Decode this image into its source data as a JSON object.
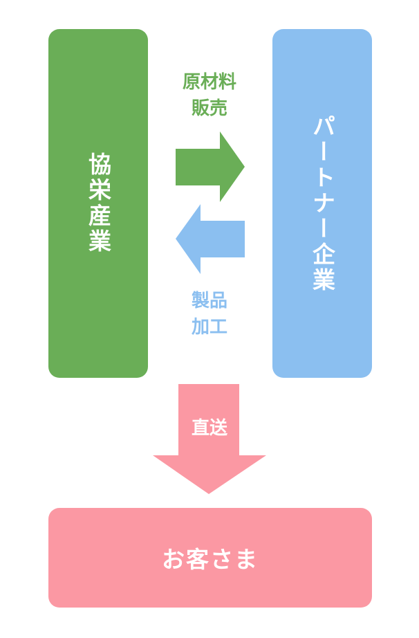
{
  "colors": {
    "green": "#6aae57",
    "blue": "#8bbff0",
    "pink": "#fb98a3",
    "white": "#ffffff"
  },
  "nodes": {
    "left": {
      "label": "協栄産業"
    },
    "right": {
      "label": "パートナー企業"
    },
    "bottom": {
      "label": "お客さま"
    }
  },
  "flows": {
    "sales": {
      "line1": "原材料",
      "line2": "販売"
    },
    "process": {
      "line1": "製品",
      "line2": "加工"
    },
    "direct": {
      "label": "直送"
    }
  }
}
